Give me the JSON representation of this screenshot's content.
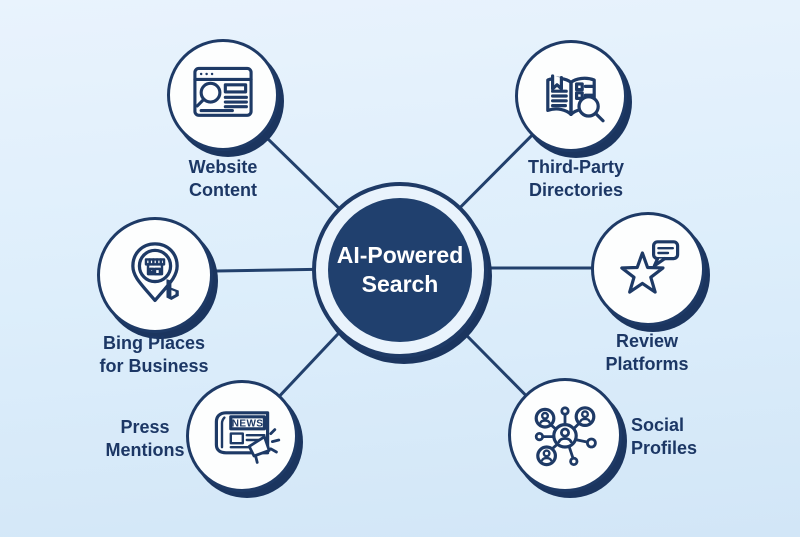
{
  "title": "AI-Powered Search sources diagram",
  "colors": {
    "background_top": "#e9f3fd",
    "background_bottom": "#d2e6f7",
    "navy_outline": "#1e3a66",
    "center_fill": "#20406e",
    "node_fill": "#fdfefe",
    "shadow": "#1b355f",
    "label_text": "#1c3765",
    "center_text": "#ffffff"
  },
  "center": {
    "line1": "AI-Powered",
    "line2": "Search"
  },
  "nodes": [
    {
      "id": "website-content",
      "line1": "Website",
      "line2": "Content",
      "icon": "browser-search-icon"
    },
    {
      "id": "third-party-directories",
      "line1": "Third-Party",
      "line2": "Directories",
      "icon": "directory-book-magnifier-icon"
    },
    {
      "id": "bing-places",
      "line1": "Bing Places",
      "line2": "for Business",
      "icon": "map-pin-storefront-icon"
    },
    {
      "id": "review-platforms",
      "line1": "Review",
      "line2": "Platforms",
      "icon": "star-comment-icon"
    },
    {
      "id": "press-mentions",
      "line1": "Press",
      "line2": "Mentions",
      "icon": "newspaper-megaphone-icon",
      "icon_text": "NEWS"
    },
    {
      "id": "social-profiles",
      "line1": "Social",
      "line2": "Profiles",
      "icon": "social-network-icon"
    }
  ]
}
